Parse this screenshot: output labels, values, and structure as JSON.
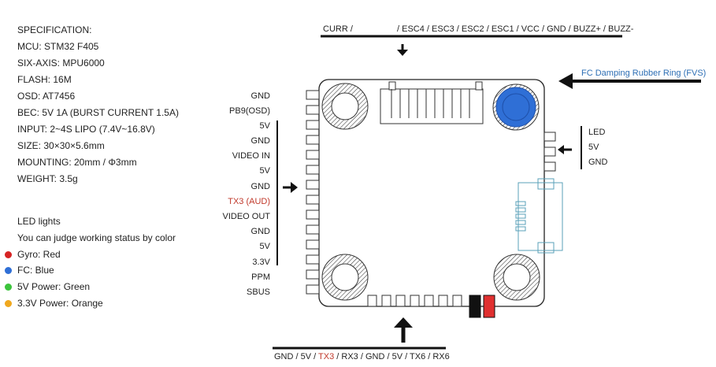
{
  "spec": {
    "title": "SPECIFICATION:",
    "lines": [
      "MCU: STM32 F405",
      "SIX-AXIS: MPU6000",
      "FLASH: 16M",
      "OSD: AT7456",
      "BEC: 5V 1A  (BURST CURRENT 1.5A)",
      "INPUT: 2~4S LIPO (7.4V~16.8V)",
      "SIZE: 30×30×5.6mm",
      "MOUNTING: 20mm / Φ3mm",
      "WEIGHT: 3.5g"
    ]
  },
  "led": {
    "title": "LED lights",
    "subtitle": "You can judge working status by color",
    "items": [
      {
        "label": "Gyro: Red",
        "color": "#d62424"
      },
      {
        "label": "FC: Blue",
        "color": "#2f6fd6"
      },
      {
        "label": "5V Power: Green",
        "color": "#3cc43c"
      },
      {
        "label": "3.3V Power: Orange",
        "color": "#f0a81e"
      }
    ]
  },
  "left_pins": [
    {
      "label": "GND",
      "red": false
    },
    {
      "label": "PB9(OSD)",
      "red": false
    },
    {
      "label": "5V",
      "red": false
    },
    {
      "label": "GND",
      "red": false
    },
    {
      "label": "VIDEO IN",
      "red": false
    },
    {
      "label": "5V",
      "red": false
    },
    {
      "label": "GND",
      "red": false
    },
    {
      "label": "TX3 (AUD)",
      "red": true
    },
    {
      "label": "VIDEO OUT",
      "red": false
    },
    {
      "label": "GND",
      "red": false
    },
    {
      "label": "5V",
      "red": false
    },
    {
      "label": "3.3V",
      "red": false
    },
    {
      "label": "PPM",
      "red": false
    },
    {
      "label": "SBUS",
      "red": false
    }
  ],
  "right_pins": [
    "LED",
    "5V",
    "GND"
  ],
  "top_connector": {
    "left": "CURR /",
    "right": "/ ESC4 / ESC3 / ESC2 / ESC1 / VCC / GND / BUZZ+ / BUZZ-"
  },
  "bottom_connector": {
    "part1": "GND / 5V / ",
    "part2": "TX3",
    "part3": " / RX3 / GND / 5V / TX6 / RX6"
  },
  "fvs_label": "FC Damping Rubber Ring (FVS)",
  "colors": {
    "accent_blue": "#2f6fd6",
    "label_blue": "#2e6fb5",
    "red": "#c0392b",
    "usb_outline": "#5aa0b8"
  }
}
